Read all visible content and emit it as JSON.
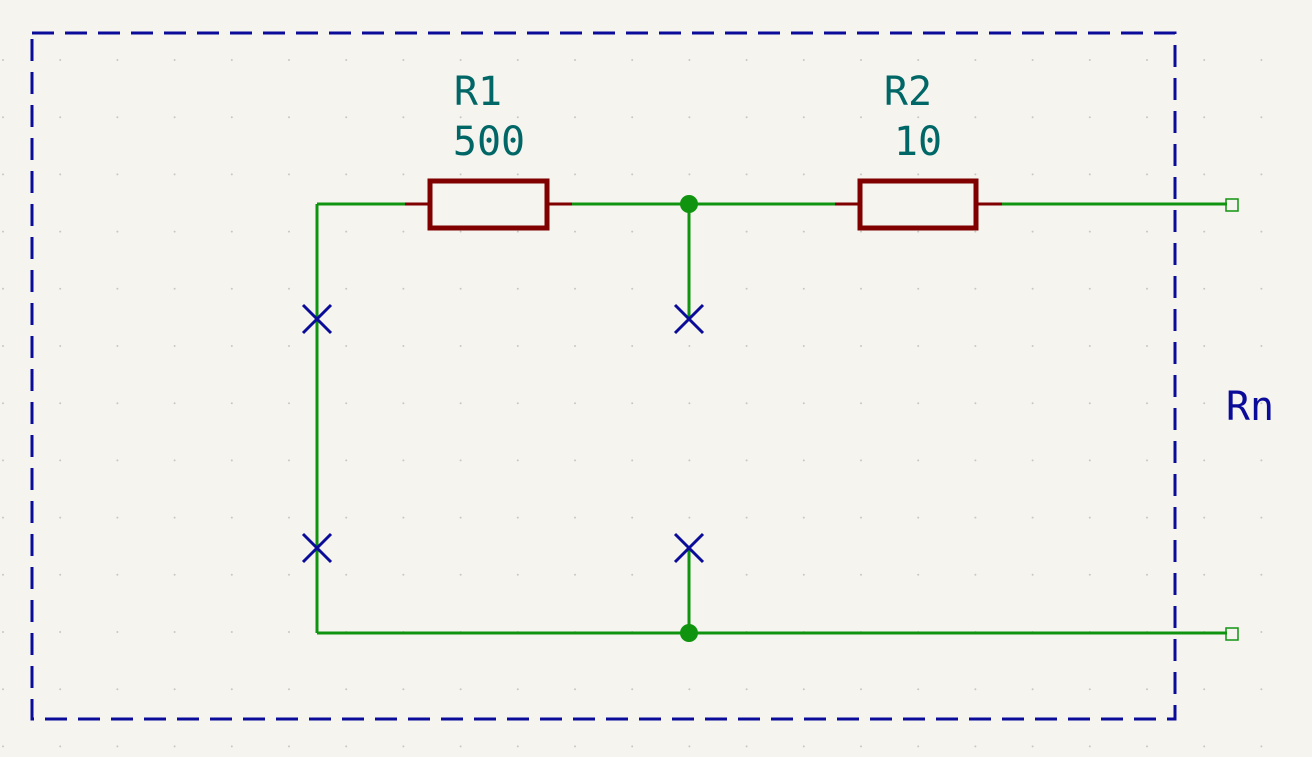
{
  "schematic": {
    "group_label": "Rn",
    "components": [
      {
        "reference": "R1",
        "value": "500"
      },
      {
        "reference": "R2",
        "value": "10"
      }
    ],
    "colors": {
      "background": "#f5f4ef",
      "wire": "#109410",
      "component": "#800000",
      "text": "#006666",
      "border": "#0b0b99",
      "no_connect": "#0b0b99",
      "grid": "#c9c8c0"
    }
  }
}
